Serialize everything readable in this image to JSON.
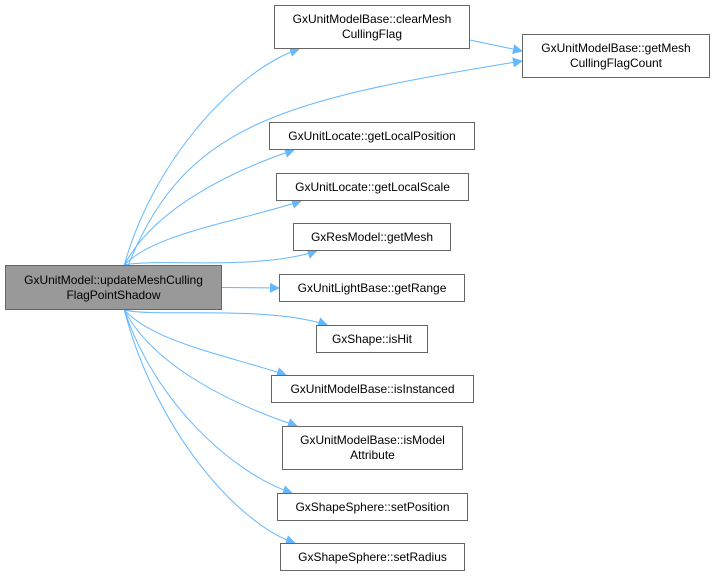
{
  "diagram": {
    "type": "call-graph",
    "edge_color": "#63b8ff",
    "root": {
      "id": "root",
      "label": "GxUnitModel::updateMeshCulling\nFlagPointShadow",
      "fill": "#999999"
    },
    "nodes": [
      {
        "id": "clearMesh",
        "label": "GxUnitModelBase::clearMesh\nCullingFlag"
      },
      {
        "id": "getCount",
        "label": "GxUnitModelBase::getMesh\nCullingFlagCount"
      },
      {
        "id": "getLocalPosition",
        "label": "GxUnitLocate::getLocalPosition"
      },
      {
        "id": "getLocalScale",
        "label": "GxUnitLocate::getLocalScale"
      },
      {
        "id": "getMesh",
        "label": "GxResModel::getMesh"
      },
      {
        "id": "getRange",
        "label": "GxUnitLightBase::getRange"
      },
      {
        "id": "isHit",
        "label": "GxShape::isHit"
      },
      {
        "id": "isInstanced",
        "label": "GxUnitModelBase::isInstanced"
      },
      {
        "id": "isModelAttribute",
        "label": "GxUnitModelBase::isModel\nAttribute"
      },
      {
        "id": "setPosition",
        "label": "GxShapeSphere::setPosition"
      },
      {
        "id": "setRadius",
        "label": "GxShapeSphere::setRadius"
      }
    ],
    "edges": [
      [
        "root",
        "clearMesh"
      ],
      [
        "root",
        "getCount"
      ],
      [
        "root",
        "getLocalPosition"
      ],
      [
        "root",
        "getLocalScale"
      ],
      [
        "root",
        "getMesh"
      ],
      [
        "root",
        "getRange"
      ],
      [
        "root",
        "isHit"
      ],
      [
        "root",
        "isInstanced"
      ],
      [
        "root",
        "isModelAttribute"
      ],
      [
        "root",
        "setPosition"
      ],
      [
        "root",
        "setRadius"
      ],
      [
        "clearMesh",
        "getCount"
      ]
    ]
  }
}
